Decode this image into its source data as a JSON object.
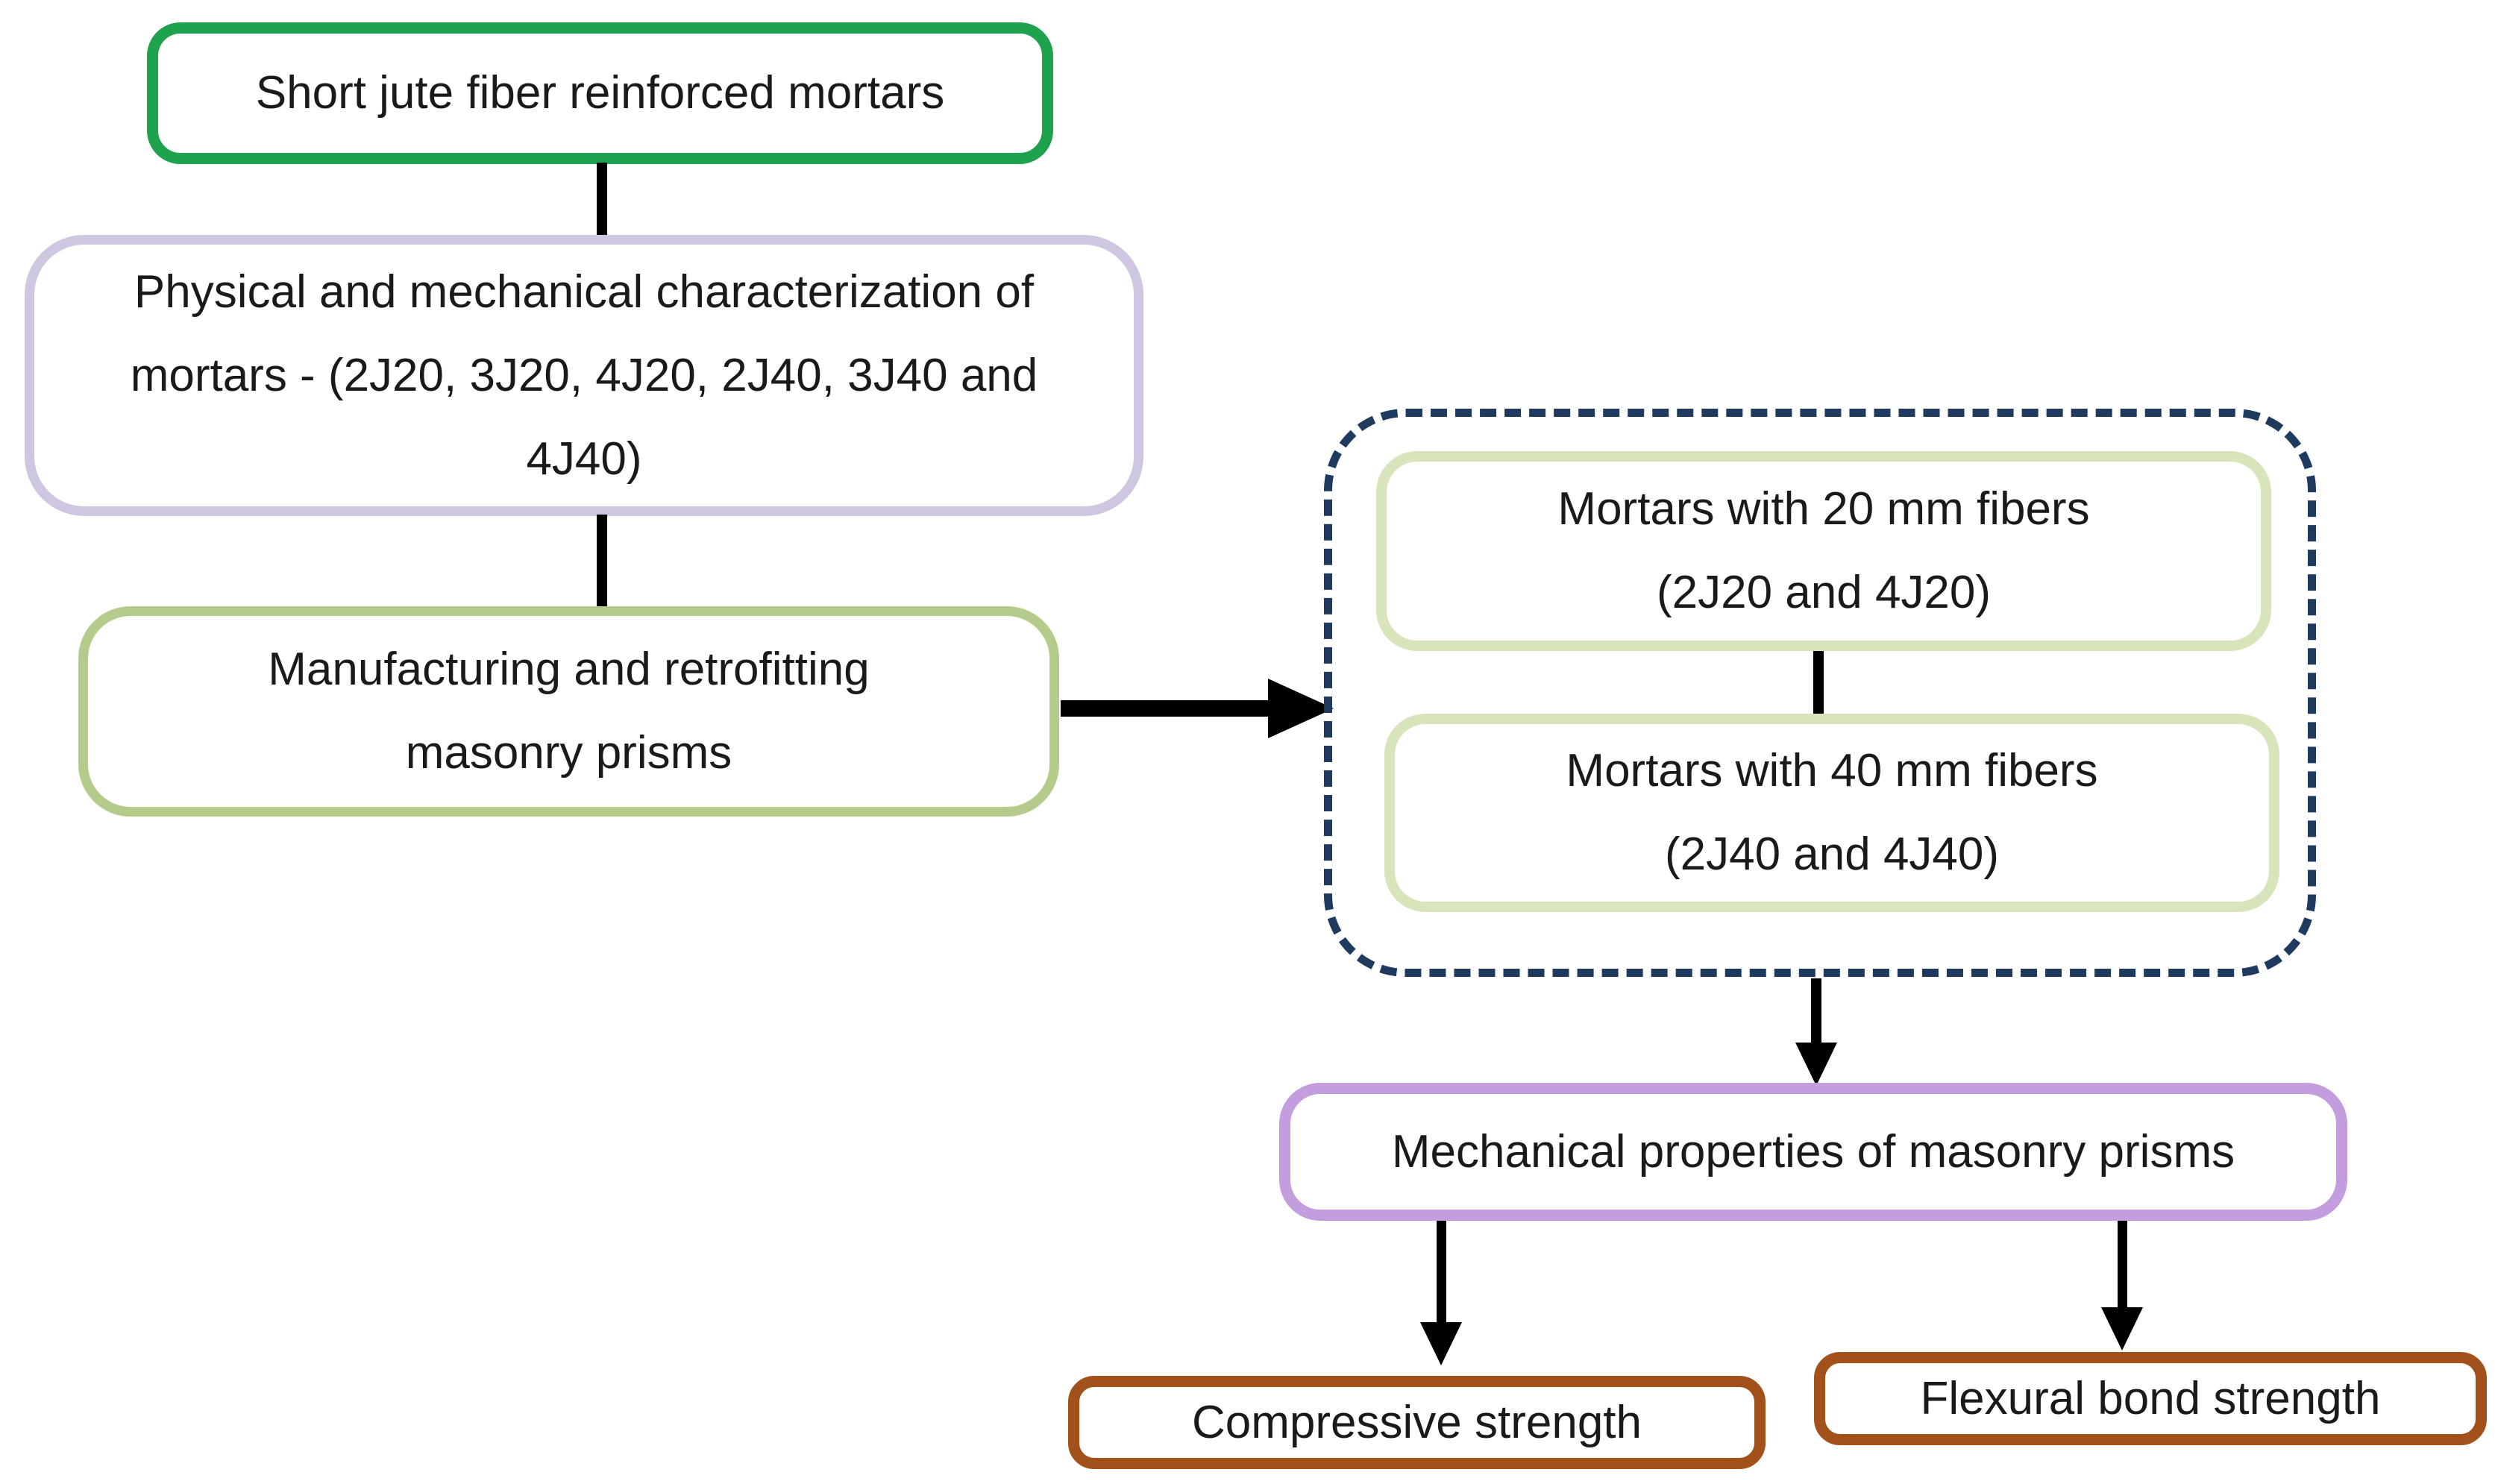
{
  "diagram": {
    "background": "#ffffff",
    "colors": {
      "root_border": "#1fa24d",
      "characterization_border": "#cfc7e2",
      "manufacturing_border": "#b5cb8b",
      "fiber_box_border": "#d8e4ba",
      "group_dashed_border": "#1e3a5f",
      "mechanical_border": "#c49ddf",
      "strength_border": "#a3511b",
      "connector": "#000000",
      "text": "#1a1a1a"
    },
    "nodes": {
      "root": {
        "label": "Short jute fiber reinforced mortars"
      },
      "characterization": {
        "lines": [
          "Physical and mechanical characterization of",
          "mortars - (2J20, 3J20, 4J20, 2J40, 3J40 and",
          "4J40)"
        ]
      },
      "manufacturing": {
        "lines": [
          "Manufacturing and retrofitting",
          "masonry prisms"
        ]
      },
      "fibers20": {
        "lines": [
          "Mortars with 20 mm fibers",
          "(2J20 and 4J20)"
        ]
      },
      "fibers40": {
        "lines": [
          "Mortars with 40 mm fibers",
          "(2J40 and 4J40)"
        ]
      },
      "mechanical": {
        "label": "Mechanical properties of masonry prisms"
      },
      "compressive": {
        "label": "Compressive strength"
      },
      "flexural": {
        "label": "Flexural bond strength"
      }
    }
  }
}
